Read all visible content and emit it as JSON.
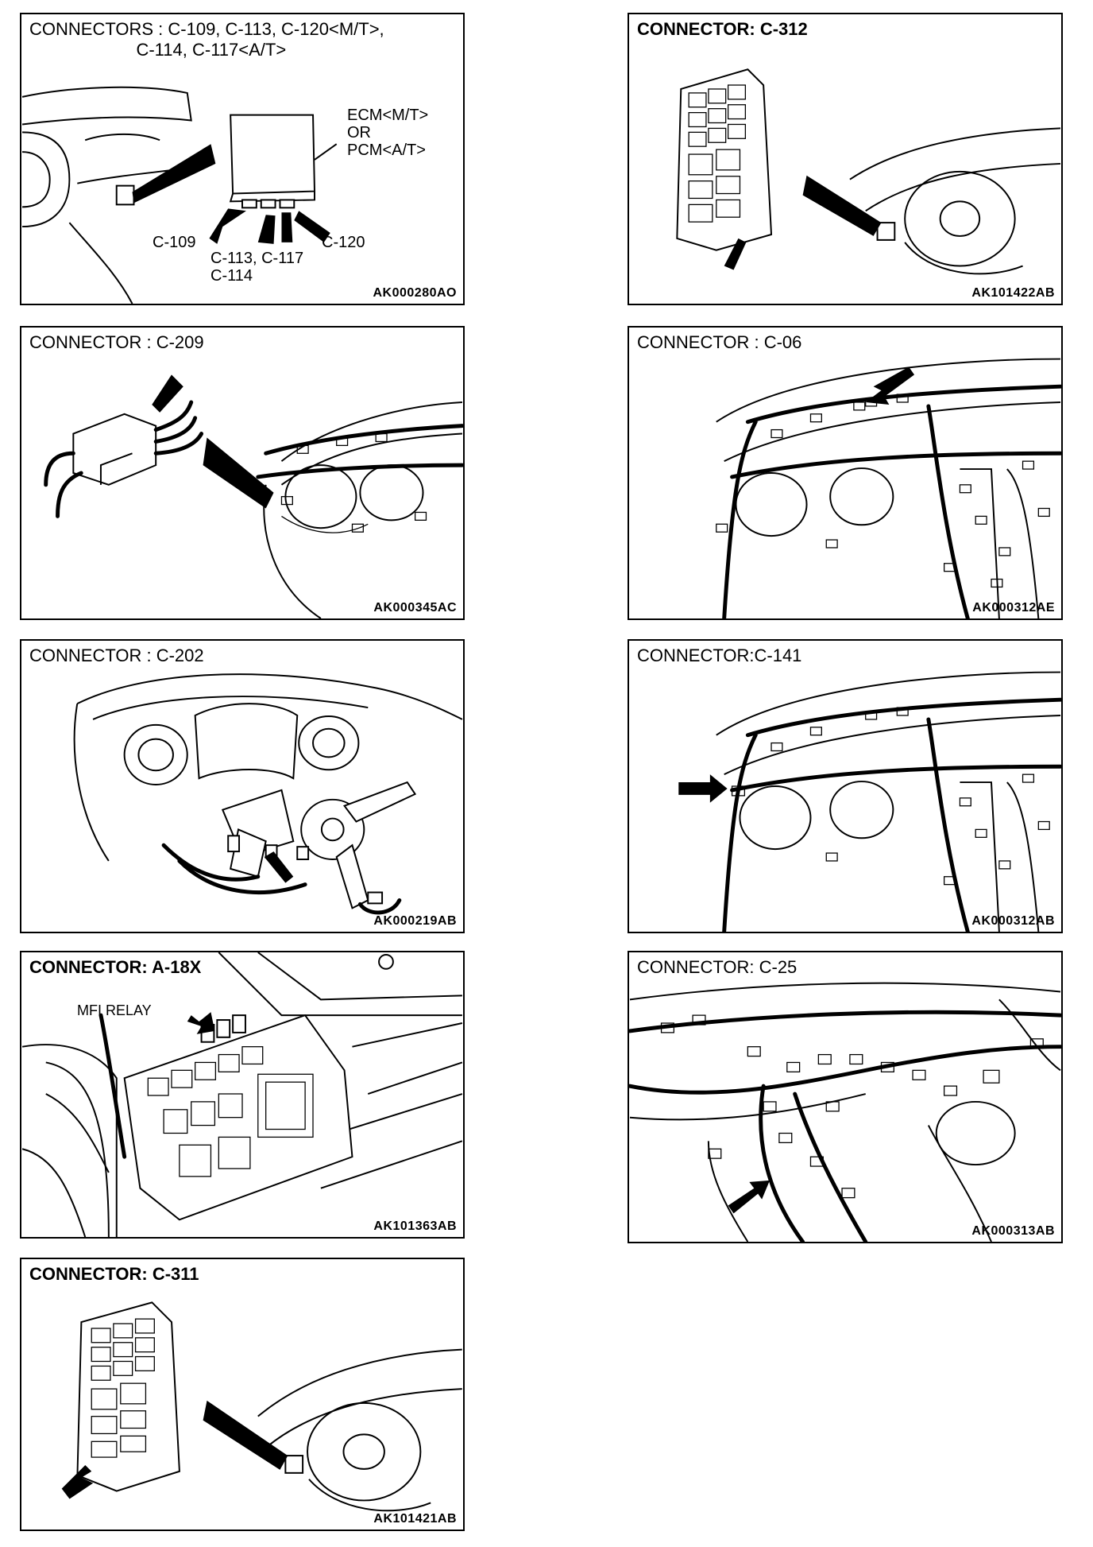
{
  "panels": [
    {
      "title": "CONNECTORS : C-109, C-113, C-120<M/T>,\n                      C-114, C-117<A/T>",
      "code": "AK000280AO",
      "labels": {
        "ecm": "ECM<M/T>\nOR\nPCM<A/T>",
        "c109": "C-109",
        "c120": "C-120",
        "c113": "C-113, C-117\nC-114"
      }
    },
    {
      "title": "CONNECTOR: C-312",
      "code": "AK101422AB"
    },
    {
      "title": "CONNECTOR : C-209",
      "code": "AK000345AC"
    },
    {
      "title": "CONNECTOR : C-06",
      "code": "AK000312AE"
    },
    {
      "title": "CONNECTOR : C-202",
      "code": "AK000219AB"
    },
    {
      "title": "CONNECTOR:C-141",
      "code": "AK000312AB"
    },
    {
      "title": "CONNECTOR: A-18X",
      "code": "AK101363AB",
      "labels": {
        "relay": "MFI RELAY"
      }
    },
    {
      "title": "CONNECTOR: C-25",
      "code": "AK000313AB"
    },
    {
      "title": "CONNECTOR: C-311",
      "code": "AK101421AB"
    }
  ]
}
